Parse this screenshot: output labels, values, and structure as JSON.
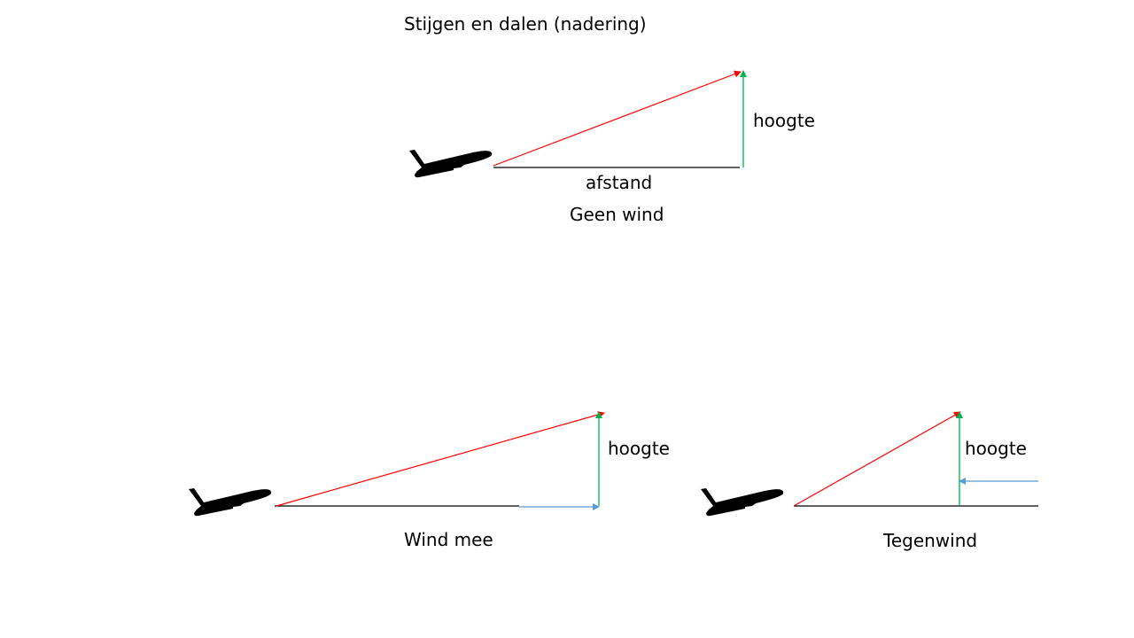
{
  "title": "Stijgen en dalen (nadering)",
  "diagrams": [
    {
      "caption": "Geen wind",
      "height_label": "hoogte",
      "distance_label": "afstand"
    },
    {
      "caption": "Wind mee",
      "height_label": "hoogte"
    },
    {
      "caption": "Tegenwind",
      "height_label": "hoogte"
    }
  ],
  "colors": {
    "path": "#ff0000",
    "height": "#00b050",
    "wind": "#5b9bd5",
    "ground": "#000000"
  }
}
